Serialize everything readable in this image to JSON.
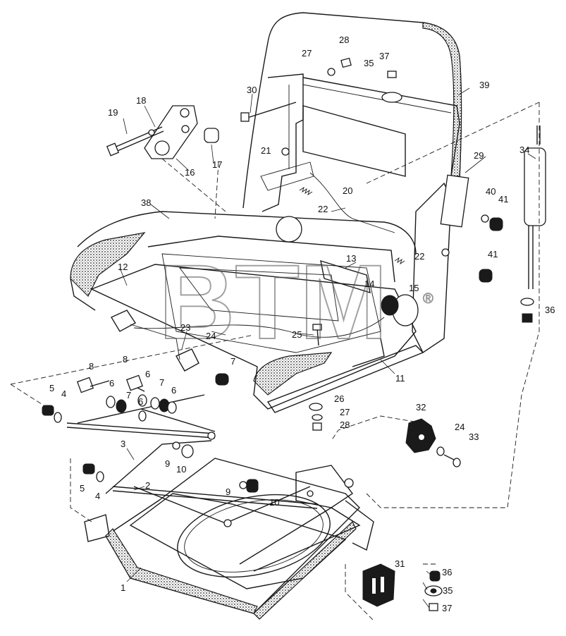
{
  "watermark": {
    "text": "BTM",
    "mark": "®"
  },
  "callouts": [
    {
      "id": "c1",
      "label": "1"
    },
    {
      "id": "c2",
      "label": "2"
    },
    {
      "id": "c3",
      "label": "3"
    },
    {
      "id": "c4a",
      "label": "4"
    },
    {
      "id": "c4b",
      "label": "4"
    },
    {
      "id": "c5a",
      "label": "5"
    },
    {
      "id": "c5b",
      "label": "5"
    },
    {
      "id": "c6a",
      "label": "6"
    },
    {
      "id": "c6b",
      "label": "6"
    },
    {
      "id": "c6c",
      "label": "6"
    },
    {
      "id": "c6d",
      "label": "6"
    },
    {
      "id": "c7a",
      "label": "7"
    },
    {
      "id": "c7b",
      "label": "7"
    },
    {
      "id": "c7c",
      "label": "7"
    },
    {
      "id": "c8a",
      "label": "8"
    },
    {
      "id": "c8b",
      "label": "8"
    },
    {
      "id": "c9a",
      "label": "9"
    },
    {
      "id": "c9b",
      "label": "9"
    },
    {
      "id": "c10a",
      "label": "10"
    },
    {
      "id": "c10b",
      "label": "10"
    },
    {
      "id": "c11",
      "label": "11"
    },
    {
      "id": "c12",
      "label": "12"
    },
    {
      "id": "c13",
      "label": "13"
    },
    {
      "id": "c14",
      "label": "14"
    },
    {
      "id": "c15",
      "label": "15"
    },
    {
      "id": "c16",
      "label": "16"
    },
    {
      "id": "c17",
      "label": "17"
    },
    {
      "id": "c18",
      "label": "18"
    },
    {
      "id": "c19",
      "label": "19"
    },
    {
      "id": "c20",
      "label": "20"
    },
    {
      "id": "c21",
      "label": "21"
    },
    {
      "id": "c22a",
      "label": "22"
    },
    {
      "id": "c22b",
      "label": "22"
    },
    {
      "id": "c23",
      "label": "23"
    },
    {
      "id": "c24a",
      "label": "24"
    },
    {
      "id": "c24b",
      "label": "24"
    },
    {
      "id": "c25",
      "label": "25"
    },
    {
      "id": "c26",
      "label": "26"
    },
    {
      "id": "c27a",
      "label": "27"
    },
    {
      "id": "c27b",
      "label": "27"
    },
    {
      "id": "c28a",
      "label": "28"
    },
    {
      "id": "c28b",
      "label": "28"
    },
    {
      "id": "c29",
      "label": "29"
    },
    {
      "id": "c30",
      "label": "30"
    },
    {
      "id": "c31",
      "label": "31"
    },
    {
      "id": "c32",
      "label": "32"
    },
    {
      "id": "c33",
      "label": "33"
    },
    {
      "id": "c34",
      "label": "34"
    },
    {
      "id": "c35a",
      "label": "35"
    },
    {
      "id": "c35b",
      "label": "35"
    },
    {
      "id": "c36a",
      "label": "36"
    },
    {
      "id": "c36b",
      "label": "36"
    },
    {
      "id": "c37a",
      "label": "37"
    },
    {
      "id": "c37b",
      "label": "37"
    },
    {
      "id": "c38",
      "label": "38"
    },
    {
      "id": "c39",
      "label": "39"
    },
    {
      "id": "c40",
      "label": "40"
    },
    {
      "id": "c41a",
      "label": "41"
    },
    {
      "id": "c41b",
      "label": "41"
    }
  ]
}
